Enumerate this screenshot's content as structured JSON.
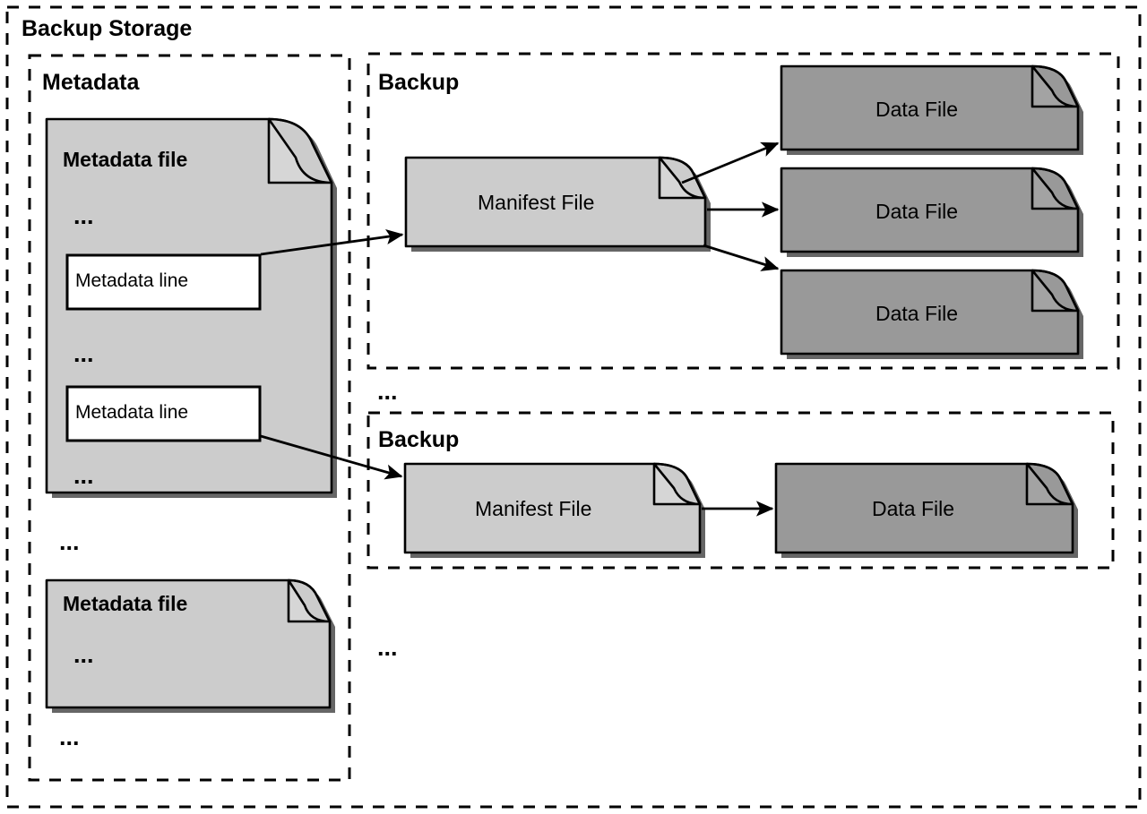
{
  "diagram": {
    "title": "Backup Storage",
    "ellipsis_glyph": "...",
    "colors": {
      "background": "#ffffff",
      "outline": "#000000",
      "file_light": "#cccccc",
      "file_dark": "#999999",
      "metadata_line_fill": "#ffffff",
      "fold_light": "#d6d6d6",
      "fold_dark": "#a3a3a3",
      "shadow": "#666666"
    },
    "containers": [
      {
        "id": "backup-storage",
        "label": "Backup Storage",
        "style": "dashed"
      },
      {
        "id": "metadata",
        "label": "Metadata",
        "style": "dashed"
      },
      {
        "id": "backup-1",
        "label": "Backup",
        "style": "dashed"
      },
      {
        "id": "backup-2",
        "label": "Backup",
        "style": "dashed"
      }
    ],
    "metadata_group": {
      "label": "Metadata",
      "files": [
        {
          "id": "metadata-file-1",
          "label": "Metadata file",
          "contents": [
            {
              "type": "ellipsis",
              "text": "..."
            },
            {
              "type": "line",
              "text": "Metadata line"
            },
            {
              "type": "ellipsis",
              "text": "..."
            },
            {
              "type": "line",
              "text": "Metadata line"
            },
            {
              "type": "ellipsis",
              "text": "..."
            }
          ]
        },
        {
          "id": "metadata-file-2",
          "label": "Metadata file",
          "contents": [
            {
              "type": "ellipsis",
              "text": "..."
            }
          ]
        }
      ],
      "trailing_ellipsis": "...",
      "between_files_ellipsis": "..."
    },
    "backups": [
      {
        "id": "backup-1",
        "label": "Backup",
        "manifest": {
          "id": "manifest-file-1",
          "label": "Manifest File"
        },
        "data_files": [
          {
            "id": "data-file-1",
            "label": "Data File"
          },
          {
            "id": "data-file-2",
            "label": "Data File"
          },
          {
            "id": "data-file-3",
            "label": "Data File"
          }
        ]
      },
      {
        "id": "backup-2",
        "label": "Backup",
        "manifest": {
          "id": "manifest-file-2",
          "label": "Manifest File"
        },
        "data_files": [
          {
            "id": "data-file-4",
            "label": "Data File"
          }
        ]
      }
    ],
    "backups_separator_ellipsis": "...",
    "backups_trailing_ellipsis": "...",
    "edges": [
      {
        "id": "edge-md-line-1-to-manifest-1",
        "from": "metadata-line-1",
        "to": "manifest-file-1",
        "style": "solid-arrow"
      },
      {
        "id": "edge-manifest-1-to-data-file-1",
        "from": "manifest-file-1",
        "to": "data-file-1",
        "style": "solid-arrow"
      },
      {
        "id": "edge-manifest-1-to-data-file-2",
        "from": "manifest-file-1",
        "to": "data-file-2",
        "style": "solid-arrow"
      },
      {
        "id": "edge-manifest-1-to-data-file-3",
        "from": "manifest-file-1",
        "to": "data-file-3",
        "style": "solid-arrow"
      },
      {
        "id": "edge-md-line-2-to-manifest-2",
        "from": "metadata-line-2",
        "to": "manifest-file-2",
        "style": "solid-arrow"
      },
      {
        "id": "edge-manifest-2-to-data-file-4",
        "from": "manifest-file-2",
        "to": "data-file-4",
        "style": "solid-arrow"
      }
    ]
  }
}
